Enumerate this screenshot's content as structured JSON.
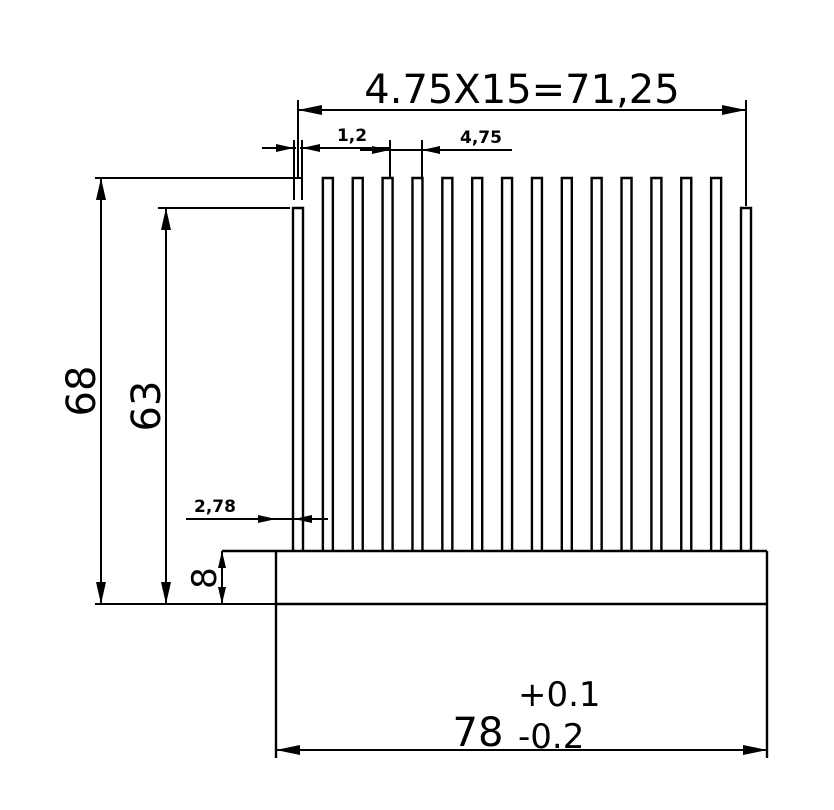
{
  "drawing": {
    "fin_count": 16,
    "labels": {
      "pitch_total": "4.75X15=71,25",
      "fin_thickness": "1,2",
      "fin_pitch": "4,75",
      "total_height": "68",
      "fin_height": "63",
      "base_thickness": "8",
      "edge_offset": "2,78",
      "width_nominal": "78",
      "width_tol_plus": "+0.1",
      "width_tol_minus": "-0.2"
    }
  }
}
